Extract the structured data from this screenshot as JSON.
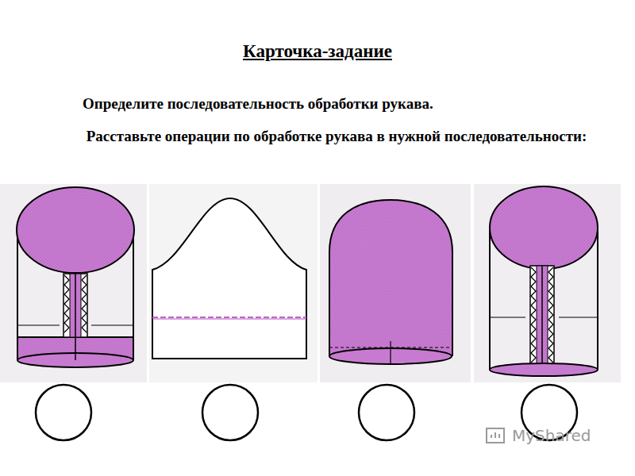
{
  "diagram": {
    "title": "Карточка-задание",
    "labels": [
      "Определите последовательность обработки рукава.",
      "Расставьте операции по обработке рукава в нужной последовательности:",
      "MyShared"
    ]
  }
}
